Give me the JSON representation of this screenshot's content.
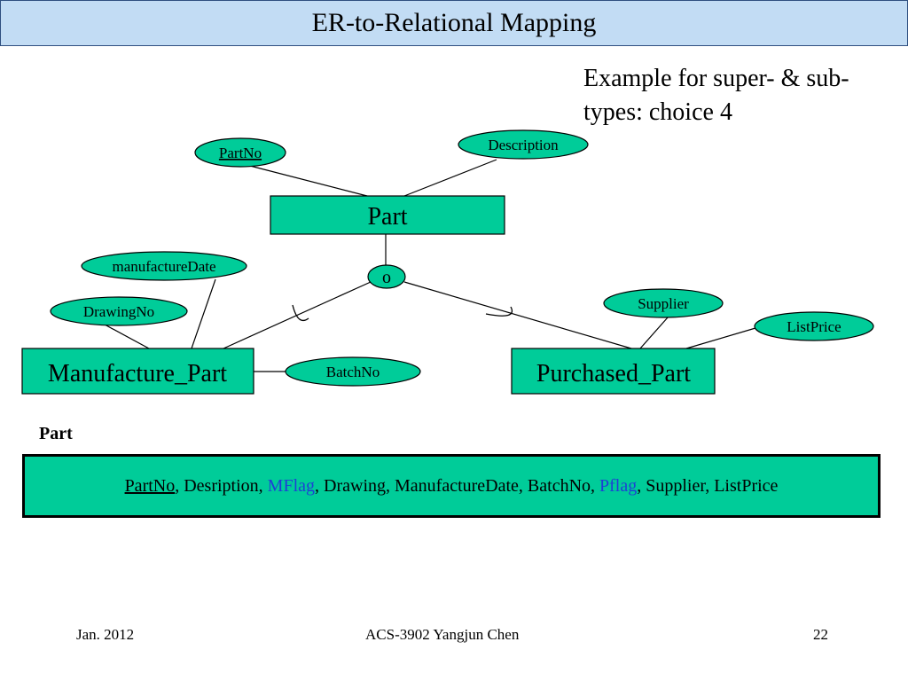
{
  "slide": {
    "title": "ER-to-Relational Mapping",
    "subtitle": "Example for super- & sub-types: choice 4"
  },
  "diagram": {
    "entities": {
      "part": "Part",
      "manufacture_part": "Manufacture_Part",
      "purchased_part": "Purchased_Part"
    },
    "attributes": {
      "partno": "PartNo",
      "description": "Description",
      "manufacture_date": "manufactureDate",
      "drawing_no": "DrawingNo",
      "batch_no": "BatchNo",
      "supplier": "Supplier",
      "list_price": "ListPrice"
    },
    "specialization_symbol": "o"
  },
  "relation": {
    "name": "Part",
    "attributes": {
      "a1": "PartNo",
      "sep1": ", Desription, ",
      "a2": "MFlag",
      "sep2": ", Drawing, ManufactureDate, BatchNo, ",
      "a3": "Pflag",
      "sep3": ", Supplier, ListPrice"
    }
  },
  "footer": {
    "date": "Jan. 2012",
    "course": "ACS-3902 Yangjun Chen",
    "page": "22"
  },
  "colors": {
    "entity_fill": "#00cc99",
    "title_bar": "#c2dcf4",
    "flag_text": "#1f3fd6"
  }
}
